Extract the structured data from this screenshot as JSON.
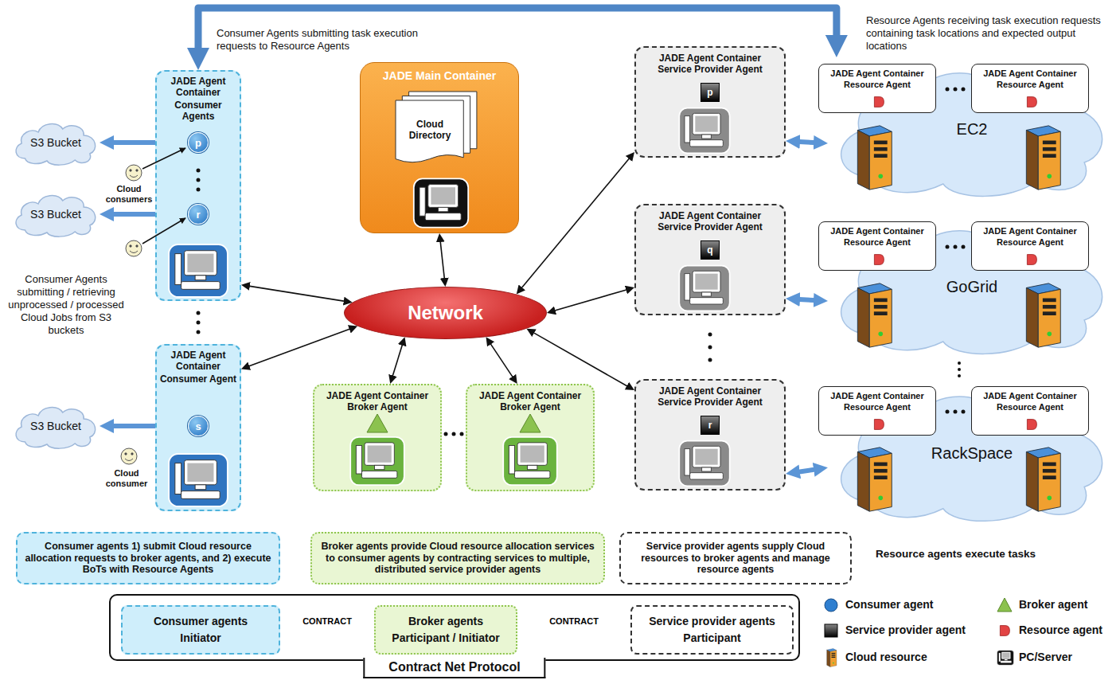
{
  "diagram": {
    "nodes": [
      {
        "text": [
          "JADE Agent Container",
          "Consumer Agents"
        ]
      },
      {
        "text": [
          "p"
        ],
        "in": 0
      },
      {
        "text": [
          "r"
        ],
        "in": 0
      },
      {
        "text": [
          "JADE Agent Container",
          "Consumer Agent"
        ]
      },
      {
        "text": [
          "s"
        ],
        "in": 3
      },
      {
        "text": [
          "S3 Bucket"
        ]
      },
      {
        "text": [
          "S3 Bucket"
        ]
      },
      {
        "text": [
          "S3 Bucket"
        ]
      },
      {
        "text": [
          "JADE Main Container"
        ]
      },
      {
        "text": [
          "Cloud Directory"
        ],
        "in": 8
      },
      {
        "text": [
          "Network"
        ]
      },
      {
        "text": [
          "JADE Agent Container",
          "Broker Agent"
        ]
      },
      {
        "text": [
          "JADE Agent Container",
          "Broker Agent"
        ]
      },
      {
        "text": [
          "JADE Agent Container",
          "Service Provider Agent"
        ]
      },
      {
        "text": [
          "p"
        ],
        "in": 13
      },
      {
        "text": [
          "JADE Agent Container",
          "Service Provider Agent"
        ]
      },
      {
        "text": [
          "q"
        ],
        "in": 15
      },
      {
        "text": [
          "JADE Agent Container",
          "Service Provider Agent"
        ]
      },
      {
        "text": [
          "r"
        ],
        "in": 17
      },
      {
        "text": [
          "EC2"
        ]
      },
      {
        "text": [
          "JADE Agent Container",
          "Resource Agent"
        ],
        "in": 19
      },
      {
        "text": [
          "JADE Agent Container",
          "Resource Agent"
        ],
        "in": 19
      },
      {
        "text": [
          "GoGrid"
        ]
      },
      {
        "text": [
          "JADE Agent Container",
          "Resource Agent"
        ],
        "in": 22
      },
      {
        "text": [
          "JADE Agent Container",
          "Resource Agent"
        ],
        "in": 22
      },
      {
        "text": [
          "RackSpace"
        ]
      },
      {
        "text": [
          "JADE Agent Container",
          "Resource Agent"
        ],
        "in": 25
      },
      {
        "text": [
          "JADE Agent Container",
          "Resource Agent"
        ],
        "in": 25
      },
      {
        "text": [
          "Consumer agents 1) submit Cloud resource allocation requests to broker agents, and 2) execute BoTs with Resource Agents"
        ]
      },
      {
        "text": [
          "Broker agents provide Cloud resource allocation services to consumer agents by contracting services to multiple, distributed service provider agents"
        ]
      },
      {
        "text": [
          "Service provider agents supply Cloud resources to broker agents and manage resource agents"
        ]
      },
      {
        "text": [
          "Contract Net Protocol"
        ]
      },
      {
        "text": [
          "Consumer agents",
          "Initiator"
        ],
        "in": 31
      },
      {
        "text": [
          "Broker agents",
          "Participant / Initiator"
        ],
        "in": 31
      },
      {
        "text": [
          "Service provider agents",
          "Participant"
        ],
        "in": 31
      }
    ],
    "edges": [
      {
        "from": 5,
        "to": 1,
        "arrow": "both"
      },
      {
        "from": 6,
        "to": 2,
        "arrow": "both"
      },
      {
        "from": 7,
        "to": 4,
        "arrow": "both"
      },
      {
        "from": 0,
        "to": 10,
        "arrow": "both"
      },
      {
        "from": 3,
        "to": 10,
        "arrow": "both"
      },
      {
        "from": 8,
        "to": 10,
        "arrow": "both"
      },
      {
        "from": 10,
        "to": 11,
        "arrow": "both"
      },
      {
        "from": 10,
        "to": 12,
        "arrow": "both"
      },
      {
        "from": 10,
        "to": 13,
        "arrow": "both"
      },
      {
        "from": 10,
        "to": 15,
        "arrow": "both"
      },
      {
        "from": 10,
        "to": 17,
        "arrow": "both"
      },
      {
        "from": 13,
        "to": 19,
        "arrow": "both"
      },
      {
        "from": 15,
        "to": 22,
        "arrow": "both"
      },
      {
        "from": 17,
        "to": 25,
        "arrow": "both"
      },
      {
        "from": 0,
        "to": 19,
        "arrow": "both"
      },
      {
        "from": 32,
        "to": 33,
        "label": "CONTRACT",
        "arrow": "to"
      },
      {
        "from": 33,
        "to": 34,
        "label": "CONTRACT",
        "arrow": "to"
      }
    ],
    "labels": [
      "Consumer Agents submitting task execution requests to Resource Agents",
      "Resource Agents receiving task execution requests containing task locations and expected output locations",
      "Cloud consumers",
      "Consumer Agents submitting / retrieving unprocessed / processed Cloud Jobs from S3 buckets",
      "Cloud consumer",
      "Resource agents execute tasks"
    ],
    "legend": [
      {
        "text": "Consumer agent"
      },
      {
        "text": "Broker agent"
      },
      {
        "text": "Service provider agent"
      },
      {
        "text": "Resource agent"
      },
      {
        "text": "Cloud resource"
      },
      {
        "text": "PC/Server"
      }
    ]
  }
}
